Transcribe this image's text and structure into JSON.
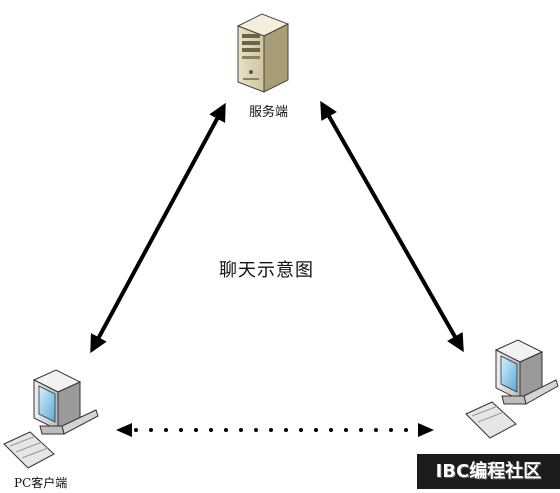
{
  "nodes": {
    "server_label": "服务端",
    "pc_client_label": "PC客户端"
  },
  "title": "聊天示意图",
  "watermark": "IBC编程社区"
}
